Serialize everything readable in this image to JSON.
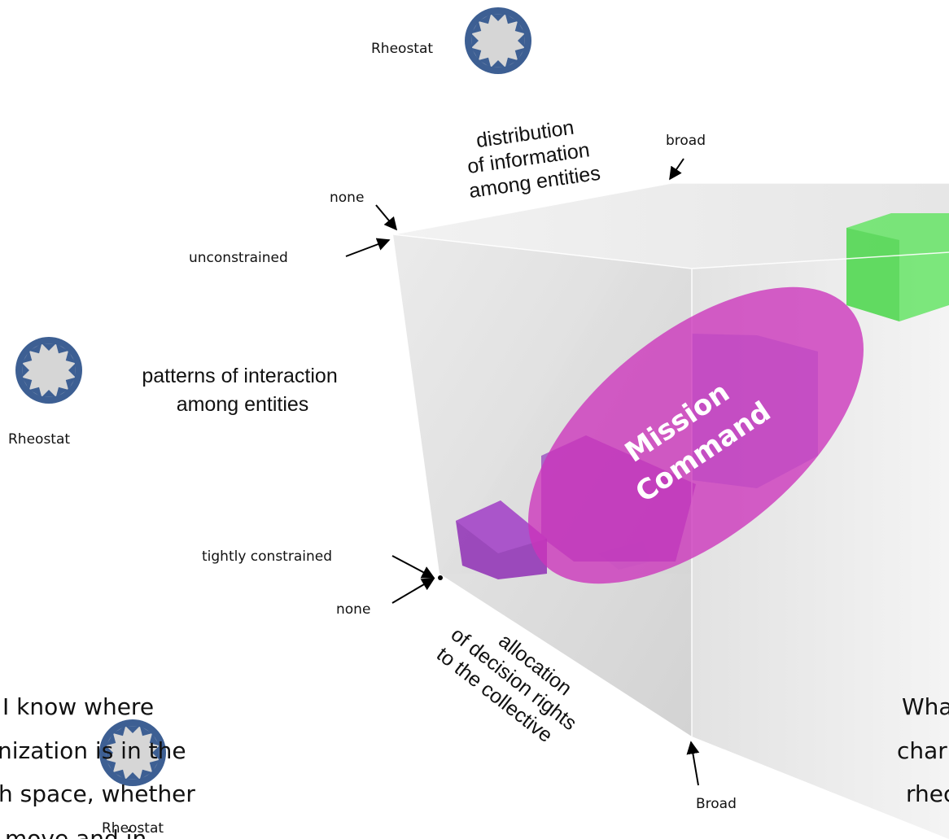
{
  "labels": {
    "rheostat": "Rheostat",
    "none": "none",
    "broad_top": "broad",
    "broad_bottom": "Broad",
    "unconstrained": "unconstrained",
    "tightly_constrained": "tightly constrained"
  },
  "axes": {
    "information": [
      "distribution",
      "of information",
      "among entities"
    ],
    "interaction": [
      "patterns of interaction",
      "among entities"
    ],
    "decision": [
      "allocation",
      "of decision rights",
      "to the collective"
    ]
  },
  "mission_command": [
    "Mission",
    "Command"
  ],
  "side_text": {
    "left": [
      "I know where",
      "nization is in the",
      "h space, whether",
      "move and in"
    ],
    "right": [
      "Wha",
      "char",
      "rhec"
    ]
  },
  "colors": {
    "cube_face": "#d9d9d9",
    "ellipse": "#cc33bb",
    "rheostat_ring": "#3d5f93",
    "rheostat_fill": "#d6d6d6",
    "green_box": "#5ee35e",
    "purple_box": "#9c3cbf",
    "blue_box": "#3355cc"
  },
  "icons": [
    "rheostat-icon",
    "arrow-icon"
  ]
}
